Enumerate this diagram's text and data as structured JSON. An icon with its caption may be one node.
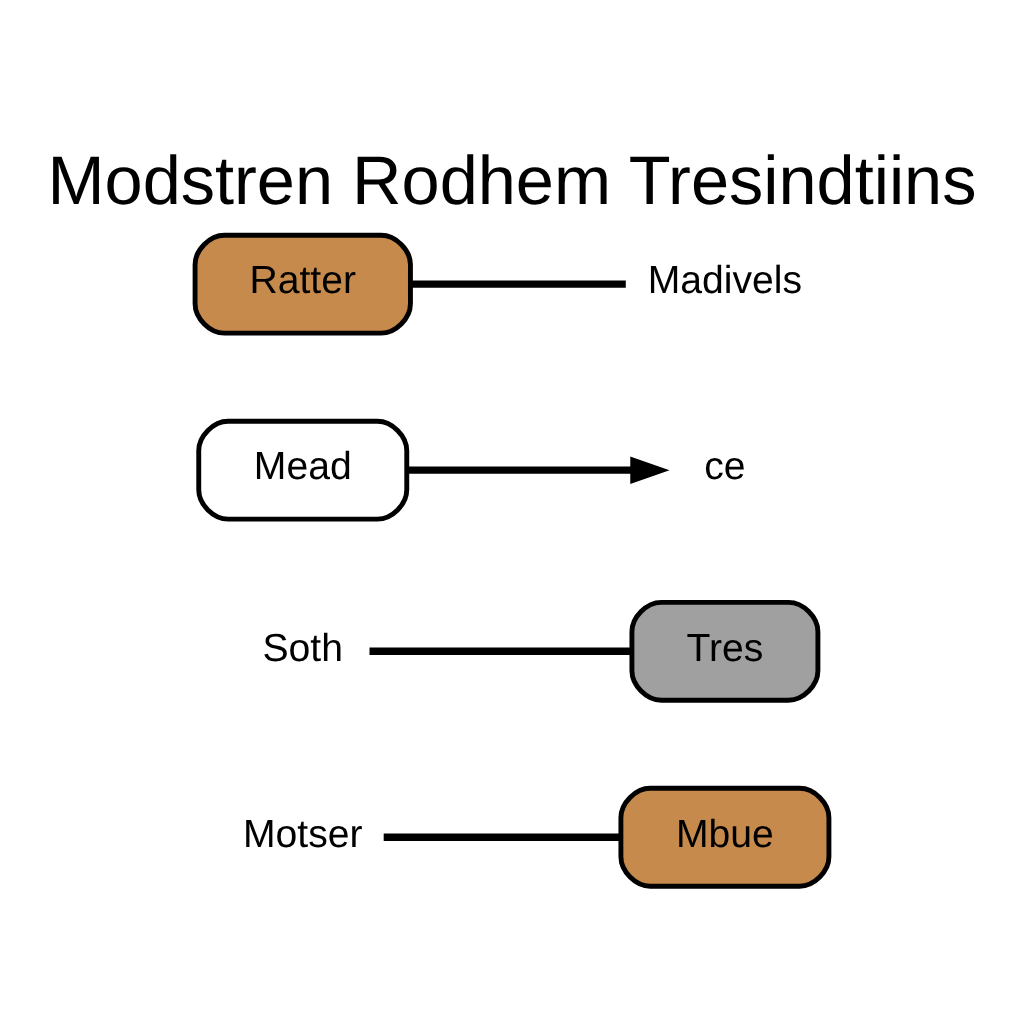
{
  "diagram": {
    "title": "Modstren Rodhem Tresindtiins",
    "nodes": [
      {
        "text": [
          "Motser"
        ]
      },
      {
        "text": [
          "Mbue"
        ]
      },
      {
        "text": [
          "Soth"
        ]
      },
      {
        "text": [
          "Tres"
        ]
      },
      {
        "text": [
          "ce"
        ]
      },
      {
        "text": [
          "Mead"
        ]
      },
      {
        "text": [
          "Ratter"
        ]
      },
      {
        "text": [
          "Madivels"
        ]
      }
    ],
    "edges": [
      {
        "from": 0,
        "to": 1,
        "arrow": "none"
      },
      {
        "from": 2,
        "to": 3,
        "arrow": "none"
      },
      {
        "from": 5,
        "to": 4,
        "arrow": "to"
      },
      {
        "from": 6,
        "to": 7,
        "arrow": "none"
      }
    ]
  }
}
